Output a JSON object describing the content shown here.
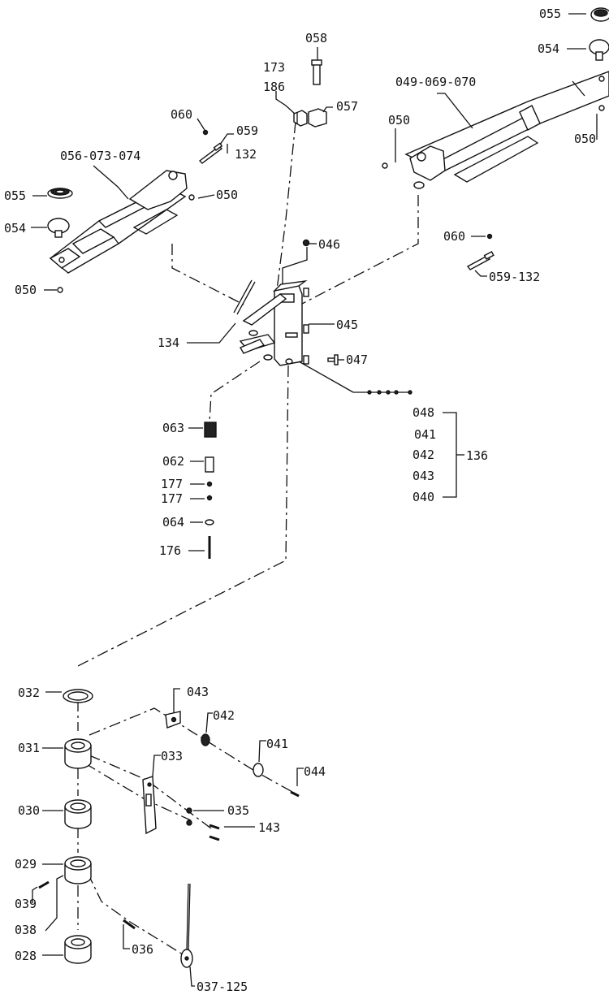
{
  "diagram": {
    "labels": {
      "p055_r": "055",
      "p054_r": "054",
      "p049_069_070": "049-069-070",
      "p050_r": "050",
      "p050_r2": "050",
      "p058": "058",
      "p173": "173",
      "p186": "186",
      "p057": "057",
      "p060_l": "060",
      "p059": "059",
      "p132": "132",
      "p056_073_074": "056-073-074",
      "p055_l": "055",
      "p050_l": "050",
      "p054_l": "054",
      "p050_l2": "050",
      "p046": "046",
      "p060_r": "060",
      "p059_132": "059-132",
      "p134": "134",
      "p045": "045",
      "p047": "047",
      "p048": "048",
      "p041_a": "041",
      "p042_a": "042",
      "p043_a": "043",
      "p040": "040",
      "p136": "136",
      "p063": "063",
      "p062": "062",
      "p177_a": "177",
      "p177_b": "177",
      "p064": "064",
      "p176": "176",
      "p032": "032",
      "p043_b": "043",
      "p042_b": "042",
      "p041_b": "041",
      "p044": "044",
      "p031": "031",
      "p033": "033",
      "p030": "030",
      "p035": "035",
      "p143": "143",
      "p029": "029",
      "p039": "039",
      "p038": "038",
      "p036": "036",
      "p028": "028",
      "p037_125": "037-125"
    }
  }
}
